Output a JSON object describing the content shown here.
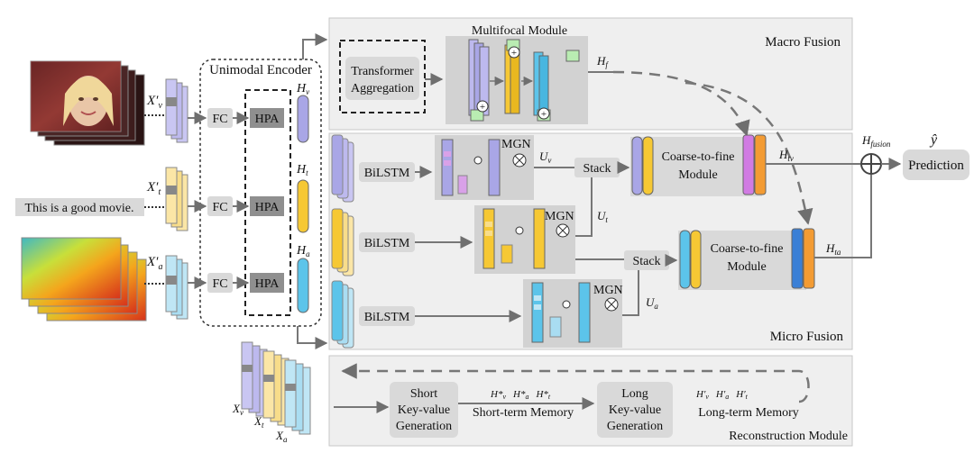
{
  "panels": {
    "macro": "Macro Fusion",
    "micro": "Micro Fusion",
    "reconstruction": "Reconstruction Module"
  },
  "encoder": {
    "title": "Unimodal Encoder",
    "fc": "FC",
    "hpa": "HPA",
    "h_v": "H",
    "h_v_sub": "v",
    "h_t": "H",
    "h_t_sub": "t",
    "h_a": "H",
    "h_a_sub": "a"
  },
  "inputs": {
    "text_sample": "This is a good movie.",
    "xv": "X",
    "xv_sub": "v",
    "xt": "X",
    "xt_sub": "t",
    "xa": "X",
    "xa_sub": "a",
    "prime": "′"
  },
  "macro": {
    "transformer_line1": "Transformer",
    "transformer_line2": "Aggregation",
    "multifocal": "Multifocal Module",
    "hf": "H",
    "hf_sub": "f"
  },
  "micro": {
    "bilstm": "BiLSTM",
    "mgn": "MGN",
    "uv": "U",
    "uv_sub": "v",
    "ut": "U",
    "ut_sub": "t",
    "ua": "U",
    "ua_sub": "a",
    "stack": "Stack",
    "ctf_line1": "Coarse-to-fine",
    "ctf_line2": "Module",
    "htv": "H",
    "htv_sub": "tv",
    "hta": "H",
    "hta_sub": "ta"
  },
  "output": {
    "hfusion": "H",
    "hfusion_sub": "fusion",
    "yhat": "ŷ",
    "prediction": "Prediction"
  },
  "reconstruction": {
    "xv": "X",
    "xv_sub": "v",
    "xt": "X",
    "xt_sub": "t",
    "xa": "X",
    "xa_sub": "a",
    "short_line1": "Short",
    "short_line2": "Key-value",
    "short_line3": "Generation",
    "short_memory": "Short-term Memory",
    "short_hv": "H*",
    "short_ha": "H*",
    "short_ht": "H*",
    "long_line1": "Long",
    "long_line2": "Key-value",
    "long_line3": "Generation",
    "long_memory": "Long-term Memory",
    "long_hv": "H′",
    "long_ha": "H′",
    "long_ht": "H′",
    "sub_v": "v",
    "sub_a": "a",
    "sub_t": "t"
  },
  "colors": {
    "visual": "#a9a6e6",
    "text": "#f6c834",
    "audio": "#5cc4ea",
    "panel": "#efefef",
    "box": "#d9d9d9",
    "arrow": "#777777",
    "purple_out": "#d17be3",
    "orange_out": "#f39b33",
    "green": "#b9ecb2"
  }
}
